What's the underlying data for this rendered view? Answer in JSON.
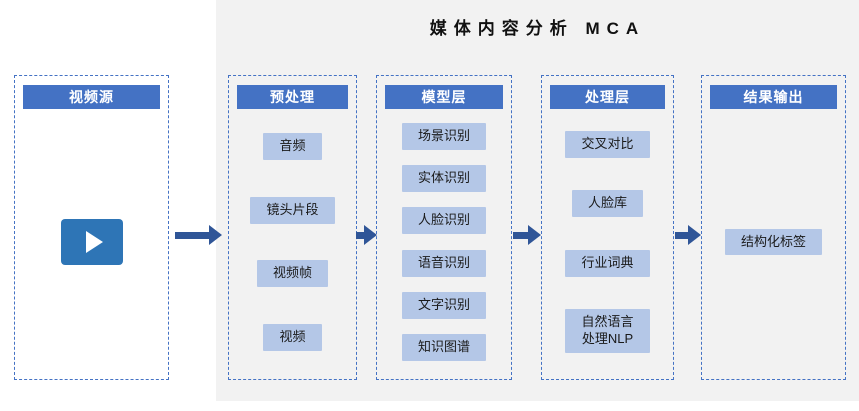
{
  "title": "媒体内容分析 MCA",
  "columns": [
    {
      "header": "视频源",
      "items": []
    },
    {
      "header": "预处理",
      "items": [
        "音频",
        "镜头片段",
        "视频帧",
        "视频"
      ]
    },
    {
      "header": "模型层",
      "items": [
        "场景识别",
        "实体识别",
        "人脸识别",
        "语音识别",
        "文字识别",
        "知识图谱"
      ]
    },
    {
      "header": "处理层",
      "items": [
        "交叉对比",
        "人脸库",
        "行业词典",
        "自然语言\n处理NLP"
      ]
    },
    {
      "header": "结果输出",
      "items": [
        "结构化标签"
      ]
    }
  ],
  "colors": {
    "header_bg": "#4472C4",
    "item_bg": "#B4C7E7",
    "arrow": "#2F5597",
    "play_button": "#2E75B6",
    "panel_border": "#4472C4",
    "canvas_bg": "#F2F2F2"
  }
}
